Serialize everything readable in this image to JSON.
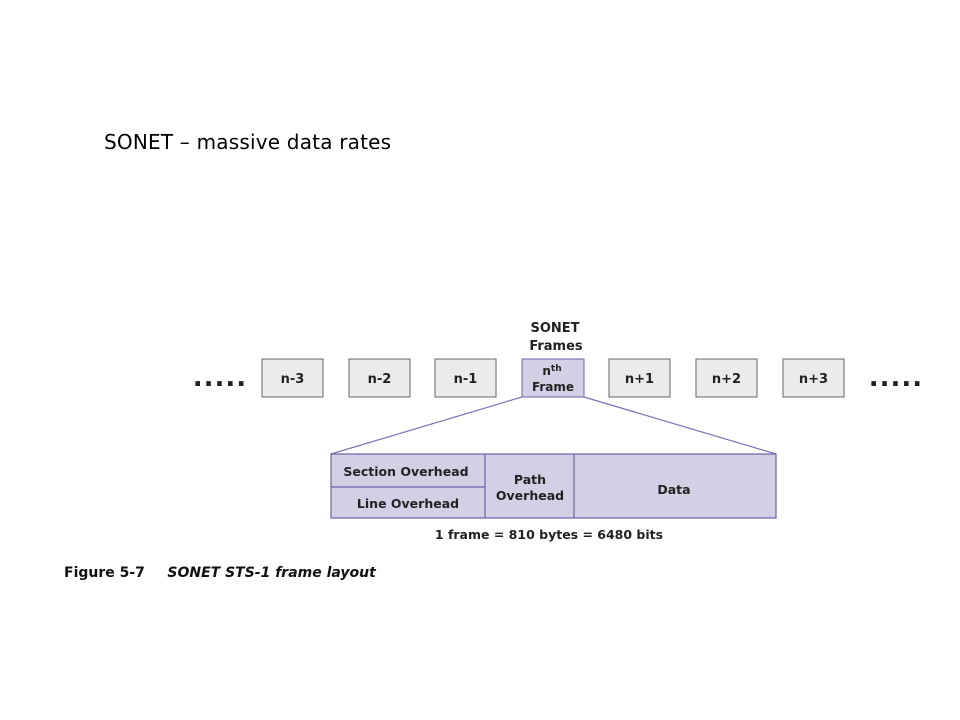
{
  "slide": {
    "title": "SONET – massive data rates"
  },
  "diagram": {
    "header_line1": "SONET",
    "header_line2": "Frames",
    "ellipsis": ".....",
    "frames": [
      "n-3",
      "n-2",
      "n-1",
      "",
      "n+1",
      "n+2",
      "n+3"
    ],
    "nth_frame": {
      "n": "n",
      "sup": "th",
      "word": "Frame"
    },
    "layout": {
      "section_overhead": "Section Overhead",
      "line_overhead": "Line Overhead",
      "path_overhead_line1": "Path",
      "path_overhead_line2": "Overhead",
      "data": "Data"
    },
    "frame_size": "1 frame = 810 bytes = 6480 bits"
  },
  "caption": {
    "number": "Figure 5-7",
    "text": "SONET STS-1 frame layout"
  },
  "colors": {
    "frame_fill": "#ebebeb",
    "frame_stroke": "#666666",
    "highlight_fill": "#d3cfe5",
    "highlight_stroke": "#6a63a8",
    "connector": "#7a74b4"
  }
}
